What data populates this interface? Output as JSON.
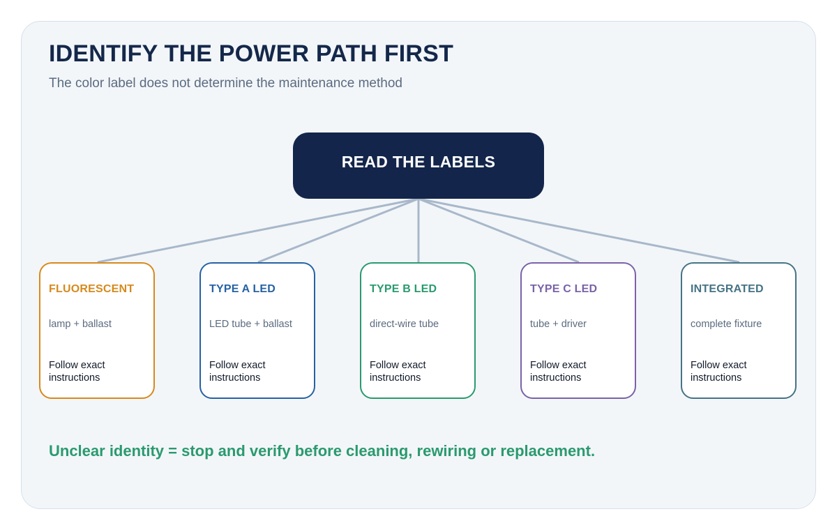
{
  "header": {
    "title": "IDENTIFY THE POWER PATH FIRST",
    "subtitle": "The color label does not determine the maintenance method"
  },
  "root": {
    "label": "READ THE LABELS",
    "color": "#13254a"
  },
  "connector_color": "#a8b8ca",
  "cards": [
    {
      "title": "FLUORESCENT",
      "desc": "lamp + ballast",
      "note": "Follow exact instructions",
      "color": "#d68a1c"
    },
    {
      "title": "TYPE A LED",
      "desc": "LED tube + ballast",
      "note": "Follow exact instructions",
      "color": "#2662a3"
    },
    {
      "title": "TYPE B LED",
      "desc": "direct-wire tube",
      "note": "Follow exact instructions",
      "color": "#2a9a6e"
    },
    {
      "title": "TYPE C LED",
      "desc": "tube + driver",
      "note": "Follow exact instructions",
      "color": "#7a62a8"
    },
    {
      "title": "INTEGRATED",
      "desc": "complete fixture",
      "note": "Follow exact instructions",
      "color": "#457385"
    }
  ],
  "footer": {
    "text": "Unclear identity = stop and verify before cleaning, rewiring or replacement.",
    "color": "#2a9a6e"
  }
}
